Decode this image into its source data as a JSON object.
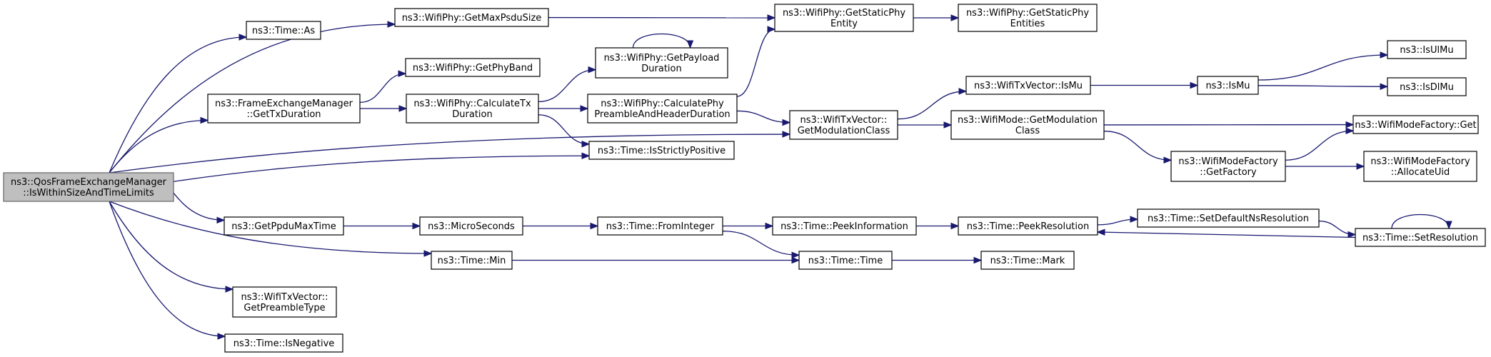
{
  "graph": {
    "nodes": [
      {
        "id": "root",
        "lines": [
          "ns3::QosFrameExchangeManager",
          "::IsWithinSizeAndTimeLimits"
        ],
        "root": true
      },
      {
        "id": "time_as",
        "lines": [
          "ns3::Time::As"
        ]
      },
      {
        "id": "getmaxpsdu",
        "lines": [
          "ns3::WifiPhy::GetMaxPsduSize"
        ]
      },
      {
        "id": "getstaticphyentity",
        "lines": [
          "ns3::WifiPhy::GetStaticPhy",
          "Entity"
        ]
      },
      {
        "id": "getstaticphyentities",
        "lines": [
          "ns3::WifiPhy::GetStaticPhy",
          "Entities"
        ]
      },
      {
        "id": "getphyband",
        "lines": [
          "ns3::WifiPhy::GetPhyBand"
        ]
      },
      {
        "id": "getpayloadduration",
        "lines": [
          "ns3::WifiPhy::GetPayload",
          "Duration"
        ]
      },
      {
        "id": "fem_gettxduration",
        "lines": [
          "ns3::FrameExchangeManager",
          "::GetTxDuration"
        ]
      },
      {
        "id": "calctxduration",
        "lines": [
          "ns3::WifiPhy::CalculateTx",
          "Duration"
        ]
      },
      {
        "id": "calcpreamble",
        "lines": [
          "ns3::WifiPhy::CalculatePhy",
          "PreambleAndHeaderDuration"
        ]
      },
      {
        "id": "ismu_vec",
        "lines": [
          "ns3::WifiTxVector::IsMu"
        ]
      },
      {
        "id": "ismu",
        "lines": [
          "ns3::IsMu"
        ]
      },
      {
        "id": "isulmu",
        "lines": [
          "ns3::IsUlMu"
        ]
      },
      {
        "id": "isdlmu",
        "lines": [
          "ns3::IsDlMu"
        ]
      },
      {
        "id": "getmodclass_vec",
        "lines": [
          "ns3::WifiTxVector::",
          "GetModulationClass"
        ]
      },
      {
        "id": "getmodclass_mode",
        "lines": [
          "ns3::WifiMode::GetModulation",
          "Class"
        ]
      },
      {
        "id": "factory_get",
        "lines": [
          "ns3::WifiModeFactory::Get"
        ]
      },
      {
        "id": "factory_getfactory",
        "lines": [
          "ns3::WifiModeFactory",
          "::GetFactory"
        ]
      },
      {
        "id": "factory_allocuid",
        "lines": [
          "ns3::WifiModeFactory",
          "::AllocateUid"
        ]
      },
      {
        "id": "isstrictlypositive",
        "lines": [
          "ns3::Time::IsStrictlyPositive"
        ]
      },
      {
        "id": "getppdumaxtime",
        "lines": [
          "ns3::GetPpduMaxTime"
        ]
      },
      {
        "id": "microseconds",
        "lines": [
          "ns3::MicroSeconds"
        ]
      },
      {
        "id": "frominteger",
        "lines": [
          "ns3::Time::FromInteger"
        ]
      },
      {
        "id": "peekinformation",
        "lines": [
          "ns3::Time::PeekInformation"
        ]
      },
      {
        "id": "peekresolution",
        "lines": [
          "ns3::Time::PeekResolution"
        ]
      },
      {
        "id": "setdefaultnsres",
        "lines": [
          "ns3::Time::SetDefaultNsResolution"
        ]
      },
      {
        "id": "setresolution",
        "lines": [
          "ns3::Time::SetResolution"
        ]
      },
      {
        "id": "time_min",
        "lines": [
          "ns3::Time::Min"
        ]
      },
      {
        "id": "time_time",
        "lines": [
          "ns3::Time::Time"
        ]
      },
      {
        "id": "time_mark",
        "lines": [
          "ns3::Time::Mark"
        ]
      },
      {
        "id": "getpreambletype",
        "lines": [
          "ns3::WifiTxVector::",
          "GetPreambleType"
        ]
      },
      {
        "id": "isnegative",
        "lines": [
          "ns3::Time::IsNegative"
        ]
      }
    ],
    "edges": [
      [
        "root",
        "time_as"
      ],
      [
        "root",
        "getmaxpsdu"
      ],
      [
        "root",
        "fem_gettxduration"
      ],
      [
        "root",
        "isstrictlypositive"
      ],
      [
        "root",
        "getmodclass_vec"
      ],
      [
        "root",
        "getppdumaxtime"
      ],
      [
        "root",
        "time_min"
      ],
      [
        "root",
        "getpreambletype"
      ],
      [
        "root",
        "isnegative"
      ],
      [
        "getmaxpsdu",
        "getstaticphyentity"
      ],
      [
        "getstaticphyentity",
        "getstaticphyentities"
      ],
      [
        "fem_gettxduration",
        "getphyband"
      ],
      [
        "fem_gettxduration",
        "calctxduration"
      ],
      [
        "calctxduration",
        "getpayloadduration"
      ],
      [
        "calctxduration",
        "calcpreamble"
      ],
      [
        "calctxduration",
        "isstrictlypositive"
      ],
      [
        "getpayloadduration",
        "getpayloadduration"
      ],
      [
        "calcpreamble",
        "getstaticphyentity"
      ],
      [
        "calcpreamble",
        "getmodclass_vec"
      ],
      [
        "getmodclass_vec",
        "ismu_vec"
      ],
      [
        "getmodclass_vec",
        "getmodclass_mode"
      ],
      [
        "ismu_vec",
        "ismu"
      ],
      [
        "ismu",
        "isulmu"
      ],
      [
        "ismu",
        "isdlmu"
      ],
      [
        "getmodclass_mode",
        "factory_get"
      ],
      [
        "getmodclass_mode",
        "factory_getfactory"
      ],
      [
        "factory_getfactory",
        "factory_get"
      ],
      [
        "factory_getfactory",
        "factory_allocuid"
      ],
      [
        "getppdumaxtime",
        "microseconds"
      ],
      [
        "microseconds",
        "frominteger"
      ],
      [
        "frominteger",
        "peekinformation"
      ],
      [
        "frominteger",
        "time_time"
      ],
      [
        "peekinformation",
        "peekresolution"
      ],
      [
        "peekresolution",
        "setdefaultnsres"
      ],
      [
        "setdefaultnsres",
        "setresolution"
      ],
      [
        "setresolution",
        "peekresolution"
      ],
      [
        "setresolution",
        "setresolution"
      ],
      [
        "time_min",
        "time_time"
      ],
      [
        "time_time",
        "time_mark"
      ]
    ]
  }
}
